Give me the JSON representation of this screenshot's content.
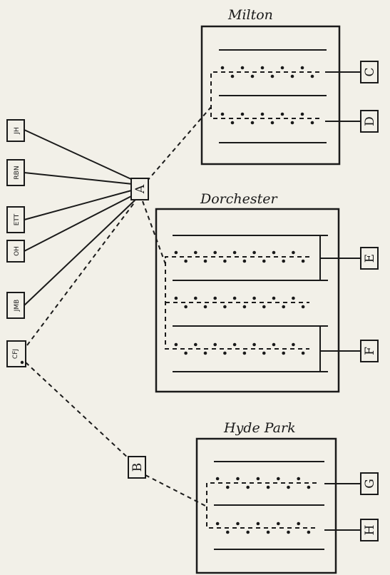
{
  "locations": {
    "milton": "Milton",
    "dorchester": "Dorchester",
    "hyde_park": "Hyde Park"
  },
  "hub_labels": {
    "a": "A",
    "b": "B"
  },
  "branch_labels": {
    "c": "C",
    "d": "D",
    "e": "E",
    "f": "F",
    "g": "G",
    "h": "H"
  },
  "people": {
    "jh": "JH",
    "rbn": "RBN",
    "ett": "ETT",
    "oh": "OH",
    "jmb": "JMB",
    "cfj": "CFJ"
  }
}
